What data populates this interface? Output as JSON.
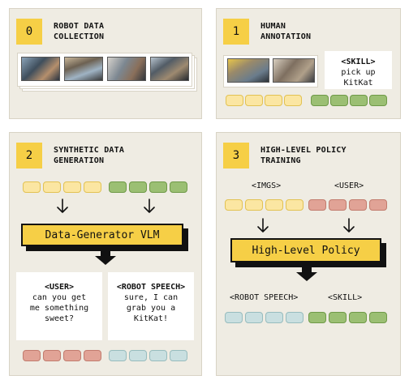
{
  "panels": [
    {
      "number": "0",
      "title_line1": "ROBOT DATA",
      "title_line2": "COLLECTION"
    },
    {
      "number": "1",
      "title_line1": "HUMAN",
      "title_line2": "ANNOTATION"
    },
    {
      "number": "2",
      "title_line1": "SYNTHETIC DATA",
      "title_line2": "GENERATION"
    },
    {
      "number": "3",
      "title_line1": "HIGH-LEVEL POLICY",
      "title_line2": "TRAINING"
    }
  ],
  "annotation": {
    "tag": "<SKILL>",
    "line1": "pick up",
    "line2": "KitKat"
  },
  "generator": {
    "model_label": "Data-Generator VLM",
    "user_box": {
      "tag": "<USER>",
      "line1": "can you get",
      "line2": "me something",
      "line3": "sweet?"
    },
    "robot_box": {
      "tag": "<ROBOT SPEECH>",
      "line1": "sure, I can",
      "line2": "grab you a",
      "line3": "KitKat!"
    }
  },
  "policy": {
    "model_label": "High-Level Policy",
    "input_imgs_label": "<IMGS>",
    "input_user_label": "<USER>",
    "output_speech_label": "<ROBOT SPEECH>",
    "output_skill_label": "<SKILL>"
  },
  "colors": {
    "panel_bg": "#efece3",
    "badge": "#f6cf46",
    "token_yellow": "#fbe6a2",
    "token_green": "#9bbf73",
    "token_red": "#e1a396",
    "token_blue": "#c9dfe0"
  }
}
